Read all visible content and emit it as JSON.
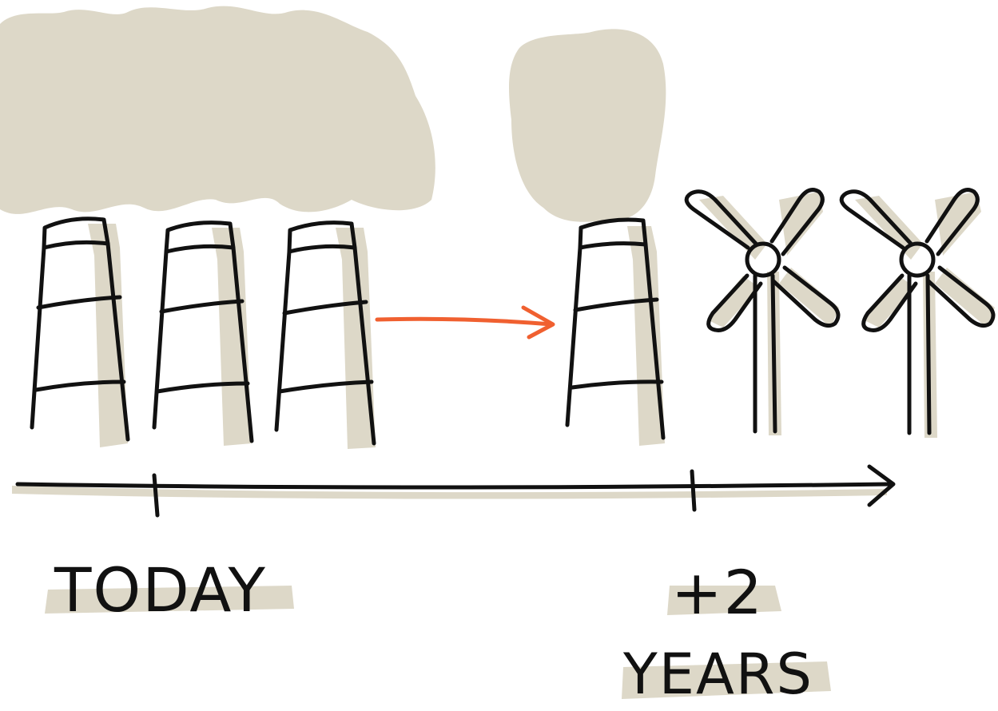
{
  "labels": {
    "today": "TODAY",
    "plus_two": "+2",
    "years": "YEARS"
  },
  "colors": {
    "ink": "#111111",
    "shade": "#ddd8c8",
    "arrow": "#f06030",
    "background": "#ffffff"
  },
  "icons": {
    "smokestack": "chimney-icon",
    "smoke": "smoke-cloud-icon",
    "windmill": "wind-turbine-icon",
    "transition_arrow": "arrow-right-icon"
  }
}
